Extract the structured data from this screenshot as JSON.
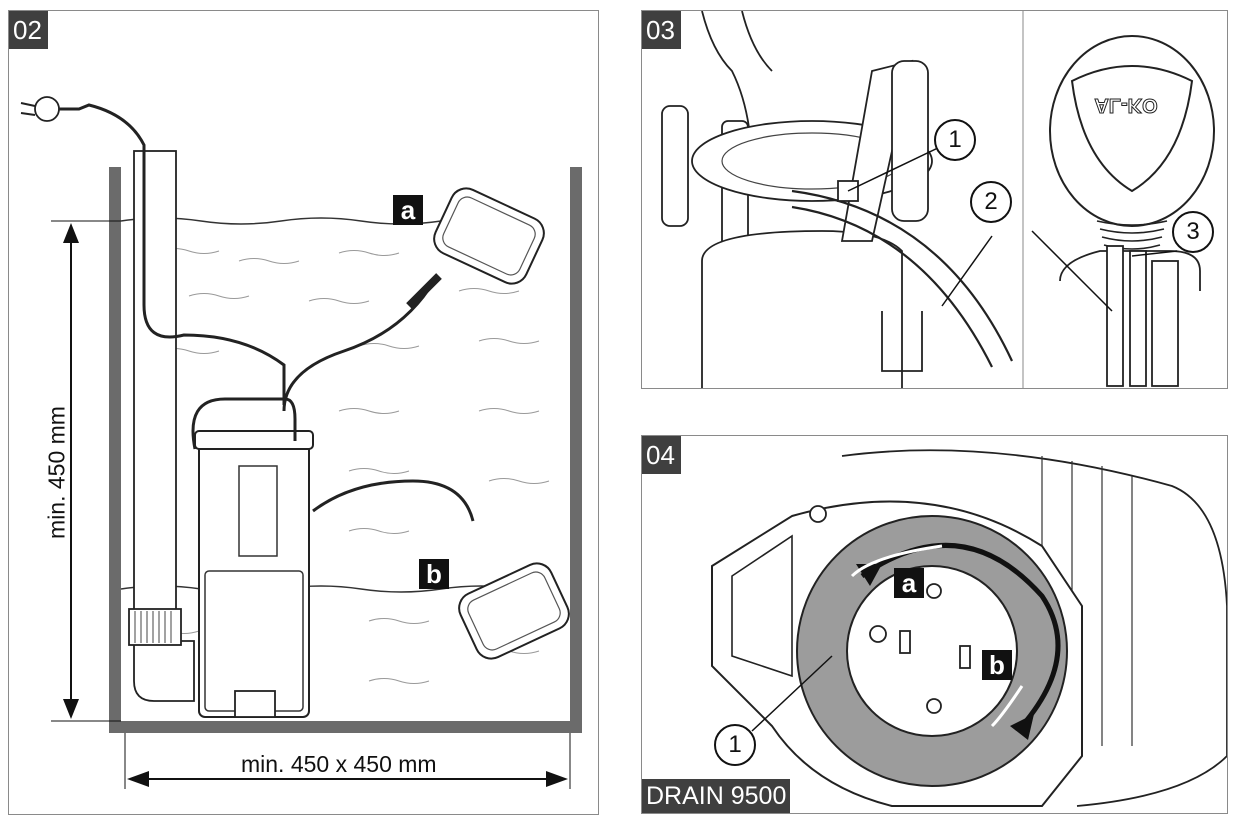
{
  "panel02": {
    "number": "02",
    "label_a": "a",
    "label_b": "b",
    "height_dim": "min. 450 mm",
    "width_dim": "min. 450 x 450 mm"
  },
  "panel03": {
    "number": "03",
    "callout_1": "1",
    "callout_2": "2",
    "callout_3": "3",
    "logo_text": "AL-KO"
  },
  "panel04": {
    "number": "04",
    "label_a": "a",
    "label_b": "b",
    "callout_1": "1",
    "model": "DRAIN 9500"
  }
}
